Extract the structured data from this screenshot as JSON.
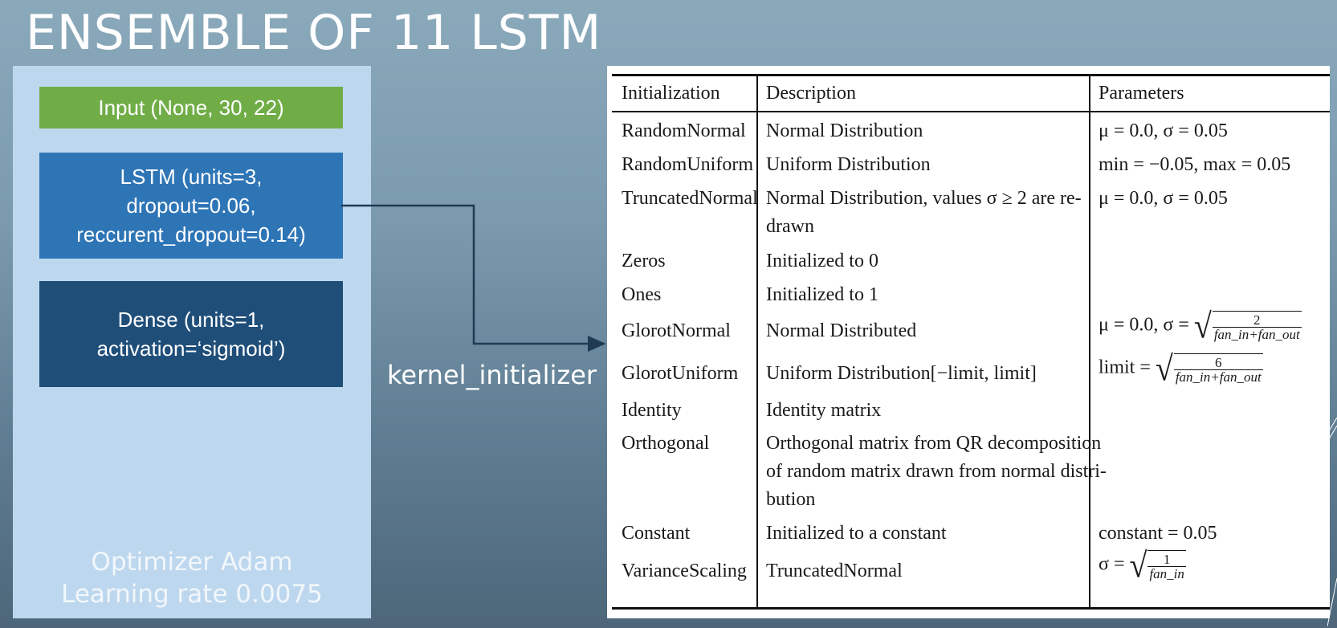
{
  "title": "ENSEMBLE OF 11 LSTM",
  "model": {
    "input_label": "Input (None, 30, 22)",
    "lstm_label": "LSTM (units=3,\ndropout=0.06,\nreccurent_dropout=0.14)",
    "dense_label": "Dense (units=1,\nactivation=‘sigmoid’)",
    "optimizer_line1": "Optimizer Adam",
    "optimizer_line2": "Learning rate 0.0075"
  },
  "connector_label": "kernel_initializer",
  "table": {
    "headers": [
      "Initialization",
      "Description",
      "Parameters"
    ],
    "rows": [
      {
        "name": "RandomNormal",
        "description": "Normal Distribution",
        "params": "μ = 0.0, σ = 0.05"
      },
      {
        "name": "RandomUniform",
        "description": "Uniform Distribution",
        "params": "min = −0.05, max = 0.05"
      },
      {
        "name": "TruncatedNormal",
        "description_line1": "Normal Distribution, values σ ≥ 2 are re-",
        "description_line2": "drawn",
        "params": "μ = 0.0, σ = 0.05"
      },
      {
        "name": "Zeros",
        "description": "Initialized to 0",
        "params": ""
      },
      {
        "name": "Ones",
        "description": "Initialized to 1",
        "params": ""
      },
      {
        "name": "GlorotNormal",
        "description": "Normal Distributed",
        "params_prefix": "μ = 0.0, σ =",
        "params_num": "2",
        "params_den": "fan_in+fan_out"
      },
      {
        "name": "GlorotUniform",
        "description": "Uniform Distribution[−limit, limit]",
        "params_prefix": "limit =",
        "params_num": "6",
        "params_den": "fan_in+fan_out"
      },
      {
        "name": "Identity",
        "description": "Identity matrix",
        "params": ""
      },
      {
        "name": "Orthogonal",
        "description_line1": "Orthogonal matrix from QR decomposition",
        "description_line2": "of random matrix drawn from normal distri-",
        "description_line3": "bution",
        "params": ""
      },
      {
        "name": "Constant",
        "description": "Initialized to a constant",
        "params": "constant = 0.05"
      },
      {
        "name": "VarianceScaling",
        "description": "TruncatedNormal",
        "params_prefix": "σ =",
        "params_num": "1",
        "params_den": "fan_in"
      }
    ]
  },
  "colors": {
    "input": "#70ad47",
    "lstm": "#2e75b6",
    "dense": "#1f4e79",
    "panel": "#bdd7ee"
  }
}
